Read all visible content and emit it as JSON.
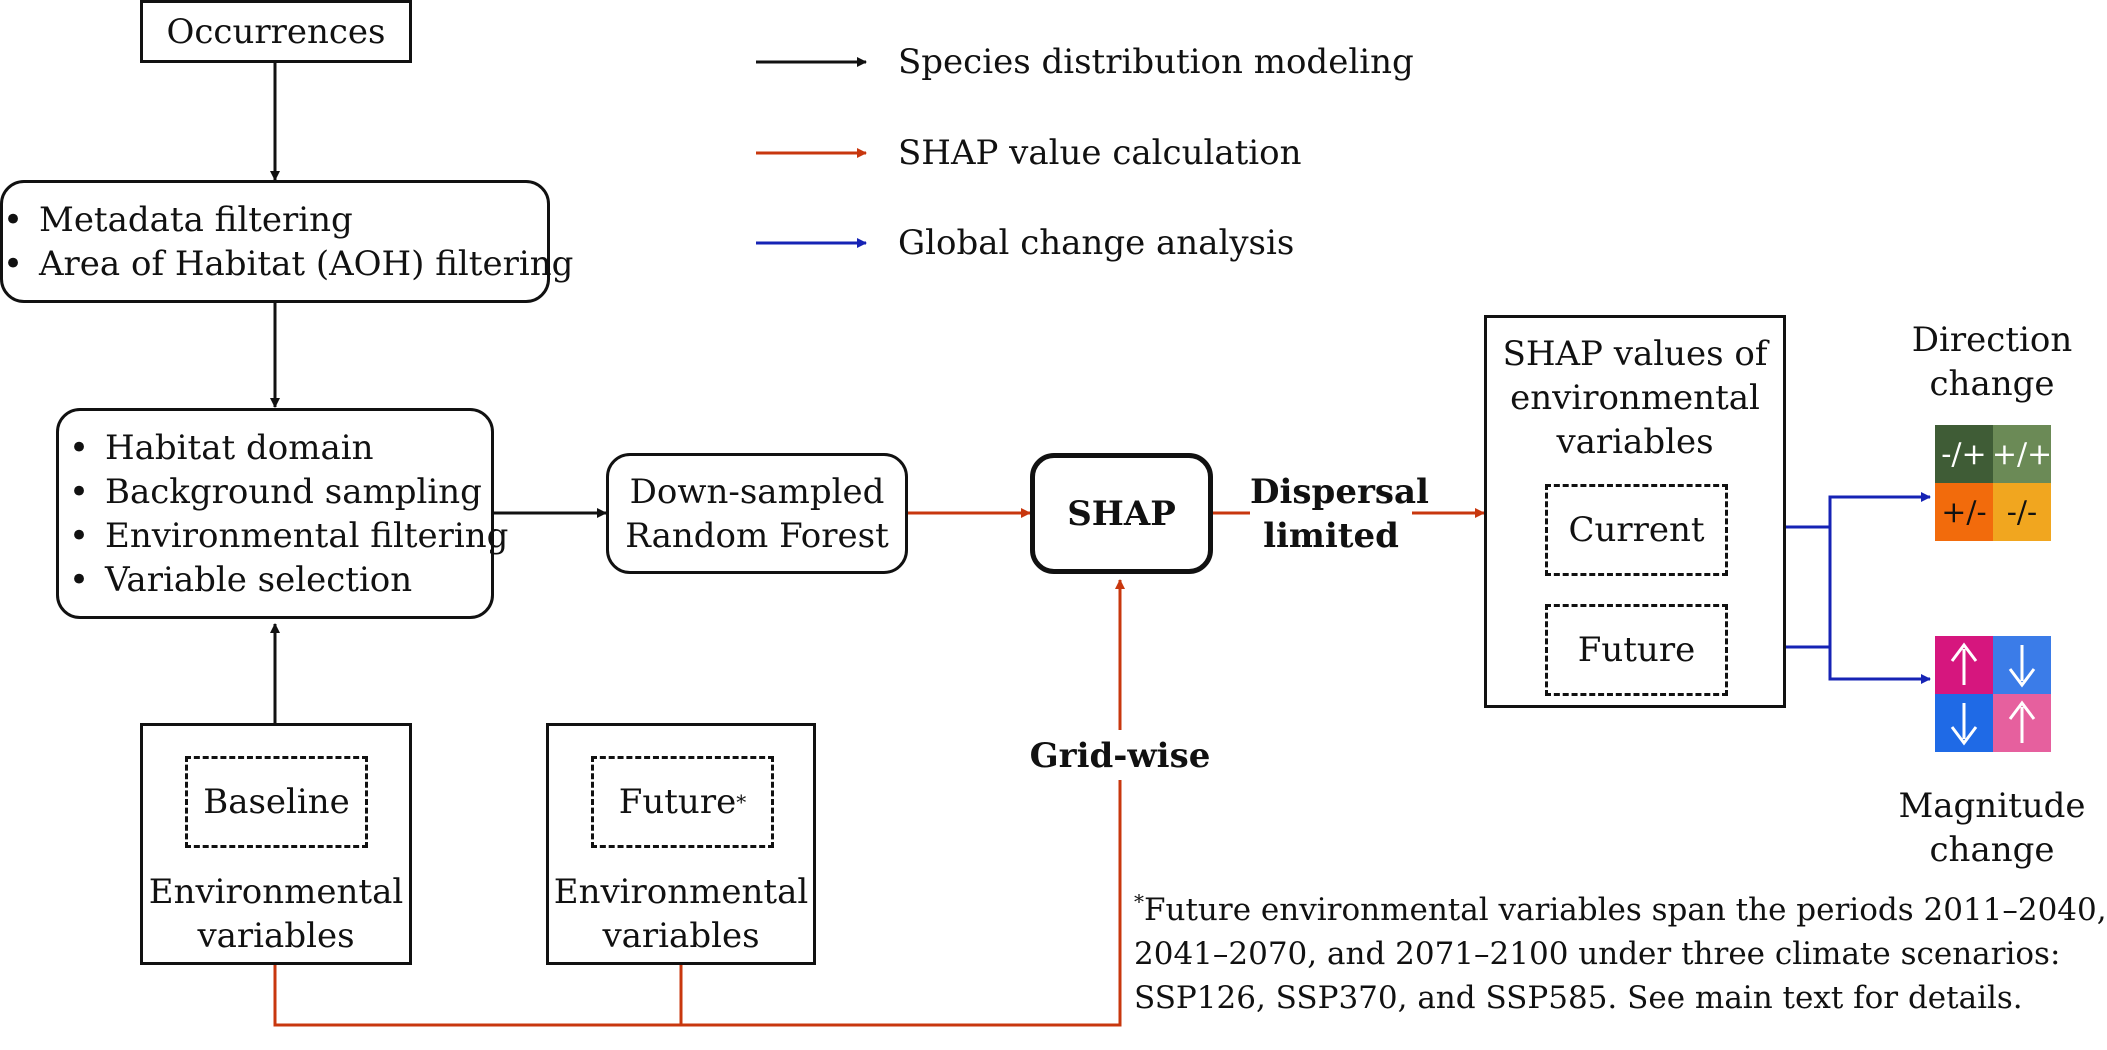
{
  "legend": {
    "items": [
      {
        "label": "Species distribution modeling",
        "color": "#000000"
      },
      {
        "label": "SHAP value calculation",
        "color": "#c8370e"
      },
      {
        "label": "Global change analysis",
        "color": "#1623b5"
      }
    ]
  },
  "nodes": {
    "occurrences": "Occurrences",
    "filter_list": [
      "Metadata filtering",
      "Area of Habitat (AOH) filtering"
    ],
    "prep_list": [
      "Habitat domain",
      "Background sampling",
      "Environmental filtering",
      "Variable selection"
    ],
    "rf": {
      "line1": "Down-sampled",
      "line2": "Random Forest"
    },
    "shap": "SHAP",
    "dispersal": {
      "line1": "Dispersal",
      "line2": "limited"
    },
    "gridwise": "Grid-wise",
    "shap_values": {
      "line1": "SHAP values of",
      "line2": "environmental",
      "line3": "variables",
      "current": "Current",
      "future": "Future"
    },
    "env_baseline": {
      "inner": "Baseline",
      "line1": "Environmental",
      "line2": "variables"
    },
    "env_future": {
      "inner": "Future",
      "mark": "*",
      "line1": "Environmental",
      "line2": "variables"
    }
  },
  "direction": {
    "title1": "Direction",
    "title2": "change",
    "cells": [
      "-/+",
      "+/+",
      "+/-",
      "-/-"
    ],
    "colors": [
      "#3f5c36",
      "#6b8a56",
      "#f26b0c",
      "#f1a61f"
    ]
  },
  "magnitude": {
    "title1": "Magnitude",
    "title2": "change",
    "cells": [
      "up-arrow",
      "down-arrow",
      "down-arrow",
      "up-arrow"
    ],
    "colors": [
      "#d6167e",
      "#3b7ce8",
      "#1f6ae6",
      "#e6609e"
    ]
  },
  "footnote": {
    "mark": "*",
    "line1": "Future environmental variables span the periods 2011–2040,",
    "line2": "2041–2070, and 2071–2100 under three climate scenarios:",
    "line3": "SSP126, SSP370, and SSP585. See main text for details."
  }
}
